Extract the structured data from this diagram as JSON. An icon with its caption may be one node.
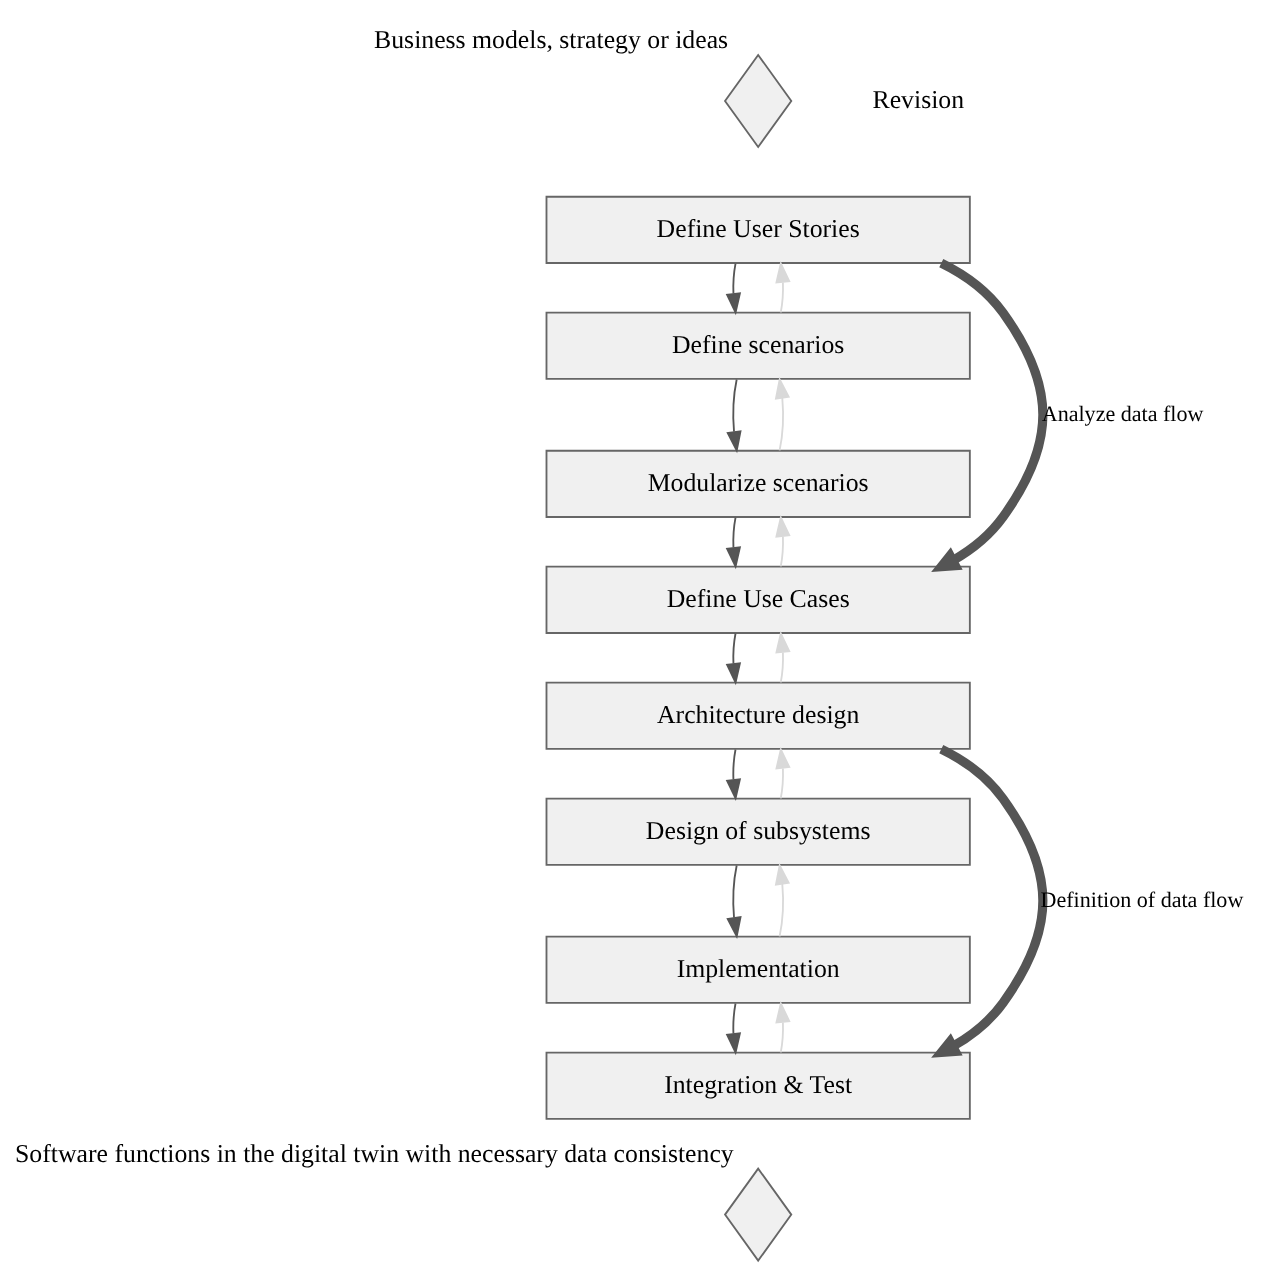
{
  "diagram": {
    "nodes": [
      {
        "text": [],
        "shape": "diamond",
        "beside": [
          "Business models, strategy or ideas"
        ]
      },
      {
        "text": [
          "Define User Stories"
        ]
      },
      {
        "text": [
          "Define scenarios"
        ]
      },
      {
        "text": [
          "Modularize scenarios"
        ]
      },
      {
        "text": [
          "Define Use Cases"
        ]
      },
      {
        "text": [
          "Architecture design"
        ]
      },
      {
        "text": [
          "Design of subsystems"
        ]
      },
      {
        "text": [
          "Implementation"
        ]
      },
      {
        "text": [
          "Integration & Test"
        ]
      },
      {
        "text": [],
        "shape": "diamond",
        "beside": [
          "Software functions in the digital twin with necessary data consistency"
        ]
      }
    ],
    "edges": [
      {
        "from": 1,
        "to": 2,
        "arrow": "to"
      },
      {
        "from": 2,
        "to": 3,
        "arrow": "to"
      },
      {
        "from": 3,
        "to": 4,
        "arrow": "to"
      },
      {
        "from": 4,
        "to": 5,
        "arrow": "to"
      },
      {
        "from": 5,
        "to": 6,
        "arrow": "to"
      },
      {
        "from": 6,
        "to": 7,
        "arrow": "to"
      },
      {
        "from": 7,
        "to": 8,
        "arrow": "to"
      },
      {
        "from": 1,
        "to": 4,
        "arrow": "to",
        "label": "Analyze data flow",
        "style": "thick"
      },
      {
        "from": 5,
        "to": 8,
        "arrow": "to",
        "label": "Definition of data flow",
        "style": "thick"
      },
      {
        "from": 2,
        "to": 1,
        "arrow": "to",
        "color": "#d9d9d9"
      },
      {
        "from": 3,
        "to": 2,
        "arrow": "to",
        "color": "#d9d9d9"
      },
      {
        "from": 4,
        "to": 3,
        "arrow": "to",
        "color": "#d9d9d9"
      },
      {
        "from": 5,
        "to": 4,
        "arrow": "to",
        "color": "#d9d9d9"
      },
      {
        "from": 6,
        "to": 5,
        "arrow": "to",
        "color": "#d9d9d9"
      },
      {
        "from": 7,
        "to": 6,
        "arrow": "to",
        "color": "#d9d9d9"
      },
      {
        "from": 8,
        "to": 7,
        "arrow": "to",
        "color": "#d9d9d9"
      }
    ],
    "labels": [
      "Revision"
    ]
  }
}
